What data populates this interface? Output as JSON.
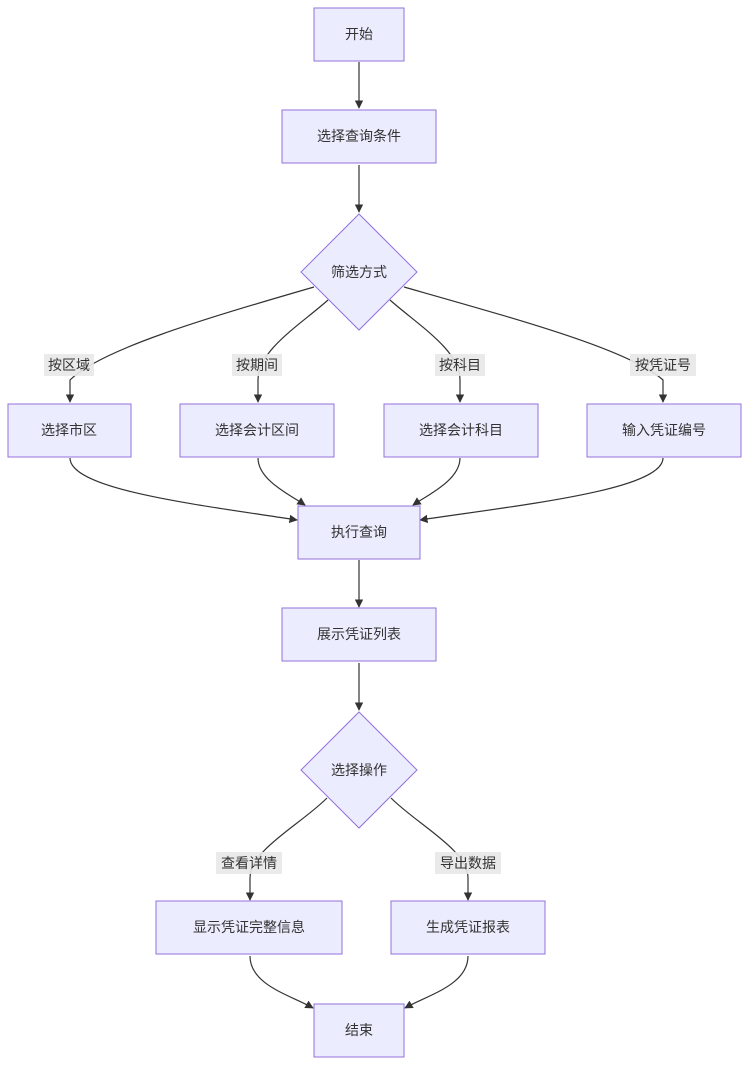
{
  "colors": {
    "node_fill": "#ECECFF",
    "node_stroke": "#9370DB",
    "edge": "#333333",
    "text": "#333333",
    "label_bg": "#e8e8e8"
  },
  "nodes": {
    "start": "开始",
    "select_conditions": "选择查询条件",
    "filter_method": "筛选方式",
    "select_district": "选择市区",
    "select_period": "选择会计区间",
    "select_subject": "选择会计科目",
    "input_voucher_no": "输入凭证编号",
    "execute_query": "执行查询",
    "show_voucher_list": "展示凭证列表",
    "choose_operation": "选择操作",
    "show_full_info": "显示凭证完整信息",
    "generate_report": "生成凭证报表",
    "end": "结束"
  },
  "edge_labels": {
    "by_district": "按区域",
    "by_period": "按期间",
    "by_subject": "按科目",
    "by_voucher": "按凭证号",
    "view_details": "查看详情",
    "export_data": "导出数据"
  }
}
